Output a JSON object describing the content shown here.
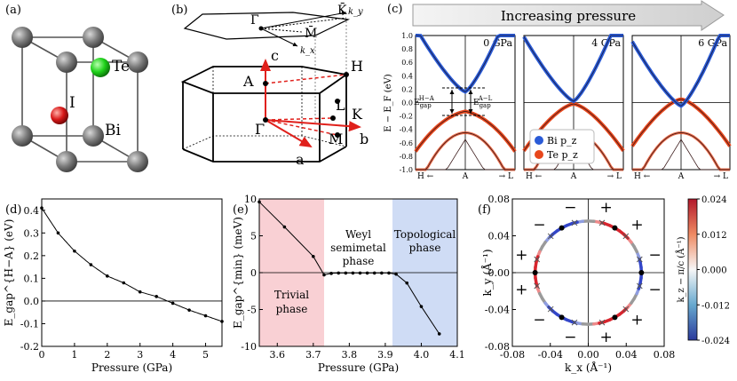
{
  "panels": {
    "a": {
      "label": "(a)",
      "atoms": [
        "Te",
        "I",
        "Bi"
      ]
    },
    "b": {
      "label": "(b)",
      "surface_points": [
        "Γ̄",
        "M̄",
        "K̄"
      ],
      "surface_axes": [
        "k_y",
        "k_x"
      ],
      "bulk_points": [
        "A",
        "H",
        "L",
        "Γ",
        "M",
        "K"
      ],
      "bulk_axes": [
        "c",
        "a",
        "b"
      ]
    },
    "c": {
      "label": "(c)",
      "banner": "Increasing pressure",
      "ylabel": "E − E_F (eV)",
      "yticks": [
        "1.0",
        "0.8",
        "0.6",
        "0.4",
        "0.2",
        "0.0",
        "-0.2",
        "-0.4",
        "-0.6",
        "-0.8",
        "-1.0"
      ],
      "xticks": [
        "H ←",
        "A",
        "→ L"
      ],
      "subpanels": [
        {
          "pressure": "0 GPa"
        },
        {
          "pressure": "4 GPa"
        },
        {
          "pressure": "6 GPa"
        }
      ],
      "gap_labels": [
        "E_gap^{H−A}",
        "E_gap^{A−L}"
      ],
      "legend": [
        {
          "name": "Bi p_z",
          "color": "#2a5bd7"
        },
        {
          "name": "Te p_z",
          "color": "#e8471c"
        }
      ]
    },
    "d": {
      "label": "(d)"
    },
    "e": {
      "label": "(e)",
      "regions": [
        "Trivial phase",
        "Weyl semimetal phase",
        "Topological phase"
      ],
      "region_colors": [
        "#f9d0d4",
        "#ffffff",
        "#cfdcf5"
      ]
    },
    "f": {
      "label": "(f)",
      "colorbar_label": "k_z − π/c (Å⁻¹)",
      "colorbar_ticks": [
        "0.024",
        "0.012",
        "0.000",
        "-0.012",
        "-0.024"
      ],
      "signs": [
        "+",
        "−",
        "−",
        "+",
        "+",
        "−",
        "−",
        "+",
        "+",
        "−",
        "−",
        "+"
      ]
    }
  },
  "chart_data": [
    {
      "type": "line",
      "panel": "d",
      "xlabel": "Pressure (GPa)",
      "ylabel": "E_gap^{H−A} (eV)",
      "xlim": [
        0,
        5.5
      ],
      "ylim": [
        -0.2,
        0.45
      ],
      "xticks": [
        0,
        1,
        2,
        3,
        4,
        5
      ],
      "yticks": [
        0.4,
        0.3,
        0.2,
        0.1,
        0.0,
        -0.1,
        -0.2
      ],
      "x": [
        0,
        0.5,
        1.0,
        1.5,
        2.0,
        2.5,
        3.0,
        3.5,
        4.0,
        4.5,
        5.0,
        5.5
      ],
      "y": [
        0.41,
        0.3,
        0.22,
        0.16,
        0.11,
        0.08,
        0.04,
        0.02,
        -0.01,
        -0.04,
        -0.065,
        -0.09
      ]
    },
    {
      "type": "line",
      "panel": "e",
      "xlabel": "Pressure (GPa)",
      "ylabel": "E_gap^{min} (meV)",
      "xlim": [
        3.55,
        4.1
      ],
      "ylim": [
        -10,
        10
      ],
      "xticks": [
        3.6,
        3.7,
        3.8,
        3.9,
        4.0,
        4.1
      ],
      "yticks": [
        10,
        5,
        0,
        -5,
        -10
      ],
      "x": [
        3.55,
        3.62,
        3.7,
        3.73,
        3.75,
        3.77,
        3.79,
        3.81,
        3.83,
        3.85,
        3.87,
        3.89,
        3.91,
        3.93,
        3.96,
        4.0,
        4.05
      ],
      "y": [
        9.6,
        6.2,
        2.2,
        -0.3,
        -0.1,
        -0.05,
        -0.05,
        -0.05,
        -0.05,
        -0.05,
        -0.05,
        -0.05,
        -0.05,
        -0.2,
        -1.4,
        -4.6,
        -8.3
      ],
      "region_bounds": [
        3.73,
        3.92
      ]
    },
    {
      "type": "scatter",
      "panel": "f",
      "xlabel": "k_x (Å⁻¹)",
      "ylabel": "k_y (Å⁻¹)",
      "xlim": [
        -0.08,
        0.08
      ],
      "ylim": [
        -0.08,
        0.08
      ],
      "xticks": [
        -0.08,
        -0.04,
        0.0,
        0.04,
        0.08
      ],
      "yticks": [
        0.08,
        0.04,
        0.0,
        -0.04,
        -0.08
      ],
      "ring_radius": 0.056,
      "weyl_points": [
        [
          0.056,
          0.0
        ],
        [
          0.028,
          0.0485
        ],
        [
          -0.028,
          0.0485
        ],
        [
          -0.056,
          0.0
        ],
        [
          -0.028,
          -0.0485
        ],
        [
          0.028,
          -0.0485
        ]
      ]
    }
  ]
}
